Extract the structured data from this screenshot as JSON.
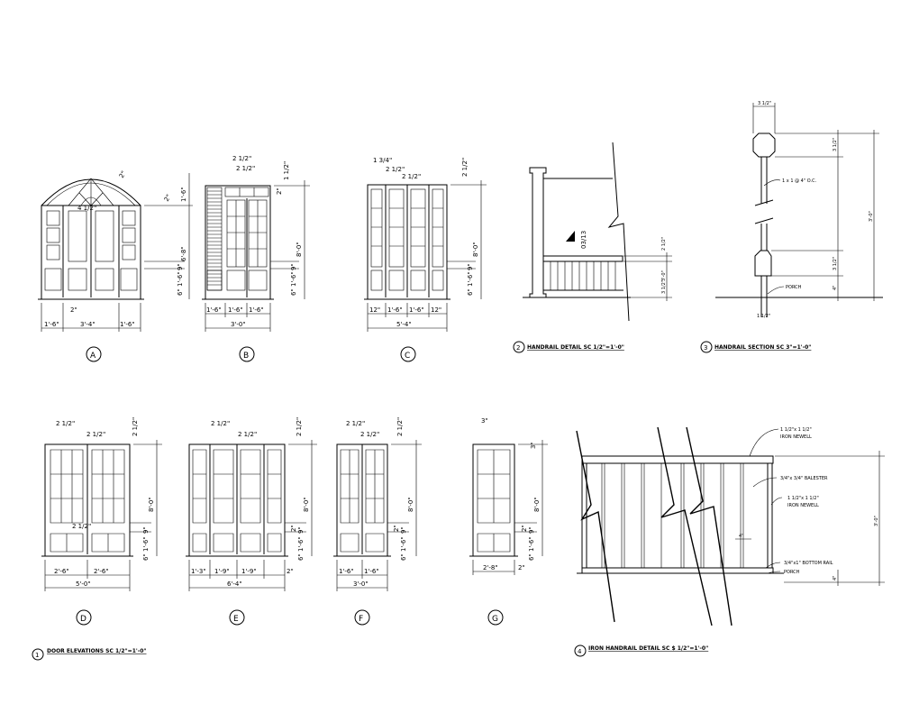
{
  "elevations": {
    "A": {
      "tag": "A",
      "dims_bottom": [
        "1'-6\"",
        "3'-4\"",
        "1'-6\""
      ],
      "dim_height": "6'-8\"",
      "dim_top_arch": "1'-6\"",
      "dim_side_small": "2\"",
      "dim_inner": "4 1/2\"",
      "dim_panel": "1'-6\"",
      "dim_9": "9\"",
      "dim_6": "6\"",
      "dim_2": "2\"",
      "dim_2b": "2\""
    },
    "B": {
      "tag": "B",
      "dims_bottom": [
        "1'-6\"",
        "1'-6\"",
        "1'-6\""
      ],
      "dim_total": "3'-0\"",
      "dim_height": "8'-0\"",
      "dim_a": "2 1/2\"",
      "dim_b": "2 1/2\"",
      "dim_c": "1 1/2\"",
      "dim_panel": "1'-6\"",
      "dim_9": "9\"",
      "dim_6": "6\"",
      "dim_2": "2\""
    },
    "C": {
      "tag": "C",
      "dims_bottom": [
        "12\"",
        "1'-6\"",
        "1'-6\"",
        "12\""
      ],
      "dim_total": "5'-4\"",
      "dim_height": "8'-0\"",
      "dim_a": "1 3/4\"",
      "dim_b": "2 1/2\"",
      "dim_c": "2 1/2\"",
      "dim_d": "2 1/2\"",
      "dim_panel": "1'-6\"",
      "dim_9": "9\"",
      "dim_6": "6\""
    },
    "D": {
      "tag": "D",
      "dims_bottom": [
        "2'-6\"",
        "2'-6\""
      ],
      "dim_total": "5'-0\"",
      "dim_height": "8'-0\"",
      "dim_a": "2 1/2\"",
      "dim_b": "2 1/2\"",
      "dim_c": "2 1/2\"",
      "dim_d": "2 1/2\"",
      "dim_panel": "1'-6\"",
      "dim_9": "9\"",
      "dim_6": "6\""
    },
    "E": {
      "tag": "E",
      "dims_bottom": [
        "1'-3\"",
        "1'-9\"",
        "1'-9\"",
        "2\""
      ],
      "dim_total": "6'-4\"",
      "dim_height": "8'-0\"",
      "dim_a": "2 1/2\"",
      "dim_b": "2 1/2\"",
      "dim_c": "2 1/2\"",
      "dim_panel": "1'-6\"",
      "dim_9": "9\"",
      "dim_2": "2\"",
      "dim_6": "6\""
    },
    "F": {
      "tag": "F",
      "dims_bottom": [
        "1'-6\"",
        "1'-6\""
      ],
      "dim_total": "3'-0\"",
      "dim_height": "8'-0\"",
      "dim_a": "2 1/2\"",
      "dim_b": "2 1/2\"",
      "dim_c": "2 1/2\"",
      "dim_panel": "1'-6\"",
      "dim_9": "9\"",
      "dim_2": "2\"",
      "dim_6": "6\""
    },
    "G": {
      "tag": "G",
      "dims_bottom": [
        "2'-8\"",
        "2\""
      ],
      "dim_height": "8'-0\"",
      "dim_a": "3\"",
      "dim_b": "3\"",
      "dim_panel": "1'-6\"",
      "dim_9": "9\"",
      "dim_2": "2\"",
      "dim_6": "6\""
    }
  },
  "details": {
    "handrail_detail": {
      "number": "2",
      "title": "HANDRAIL DETAIL  SC 1/2\"=1'-0\"",
      "dim_a": "2 1/2\"",
      "dim_b": "3'-0\"",
      "dim_c": "3 1/2\"",
      "marker": "03/13"
    },
    "handrail_section": {
      "number": "3",
      "title": "HANDRAIL SECTION  SC 3\"=1'-0\"",
      "top_dim": "3 1/2\"",
      "spacing_note": "1 x 1 @ 4\" O.C.",
      "porch": "PORCH",
      "dim_right": "3'-0\"",
      "dim_a": "3 1/2\"",
      "dim_b": "3 1/2\"",
      "dim_c": "4\"",
      "bottom_dim": "1 1/2\""
    },
    "door_elevations": {
      "number": "1",
      "title": "DOOR ELEVATIONS  SC 1/2\"=1'-0\""
    },
    "iron_handrail": {
      "number": "4",
      "title": "IRON HANDRAIL DETAIL  SC $ 1/2\"=1'-0\"",
      "notes": [
        "1 1/2\"x 1 1/2\"",
        "IRON NEWELL",
        "3/4\"x 3/4\" BALESTER",
        "1 1/2\"x 1 1/2\"",
        "IRON NEWELL",
        "3/4\"x1\" BOTTOM RAIL",
        "PORCH"
      ],
      "dim_height": "3'-0\"",
      "dim_base": "4\"",
      "dim_space": "4\""
    }
  }
}
